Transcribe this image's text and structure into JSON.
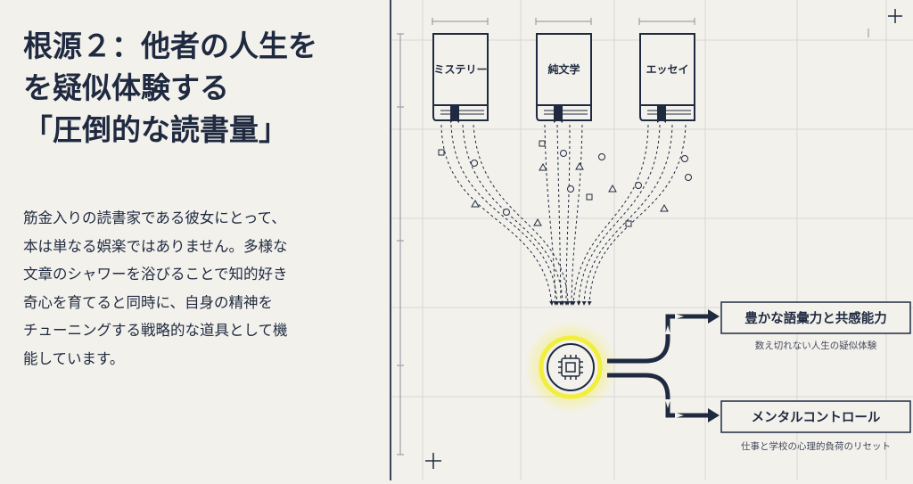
{
  "heading": {
    "line1": "根源２：他者の人生を",
    "line2": "を疑似体験する",
    "line3": "「圧倒的な読書量」"
  },
  "paragraph": {
    "line1": "筋金入りの読書家である彼女にとって、",
    "line2": "本は単なる娯楽ではありません。多様な",
    "line3": "文章のシャワーを浴びることで知的好き",
    "line4": "奇心を育てると同時に、自身の精神を",
    "line5": "チューニングする戦略的な道具として機",
    "line6": "能しています。"
  },
  "diagram": {
    "books": [
      {
        "label": "ミステリー"
      },
      {
        "label": "純文学"
      },
      {
        "label": "エッセイ"
      }
    ],
    "processor_icon": "chip-icon",
    "outputs": [
      {
        "title": "豊かな語彙力と共感能力",
        "caption": "数え切れない人生の疑似体験"
      },
      {
        "title": "メンタルコントロール",
        "caption": "仕事と学校の心理的負荷のリセット"
      }
    ],
    "colors": {
      "ink": "#1f2a40",
      "glow": "#f2ee3c",
      "grid": "#d9d8d3",
      "paper": "#f3f1ec"
    }
  }
}
